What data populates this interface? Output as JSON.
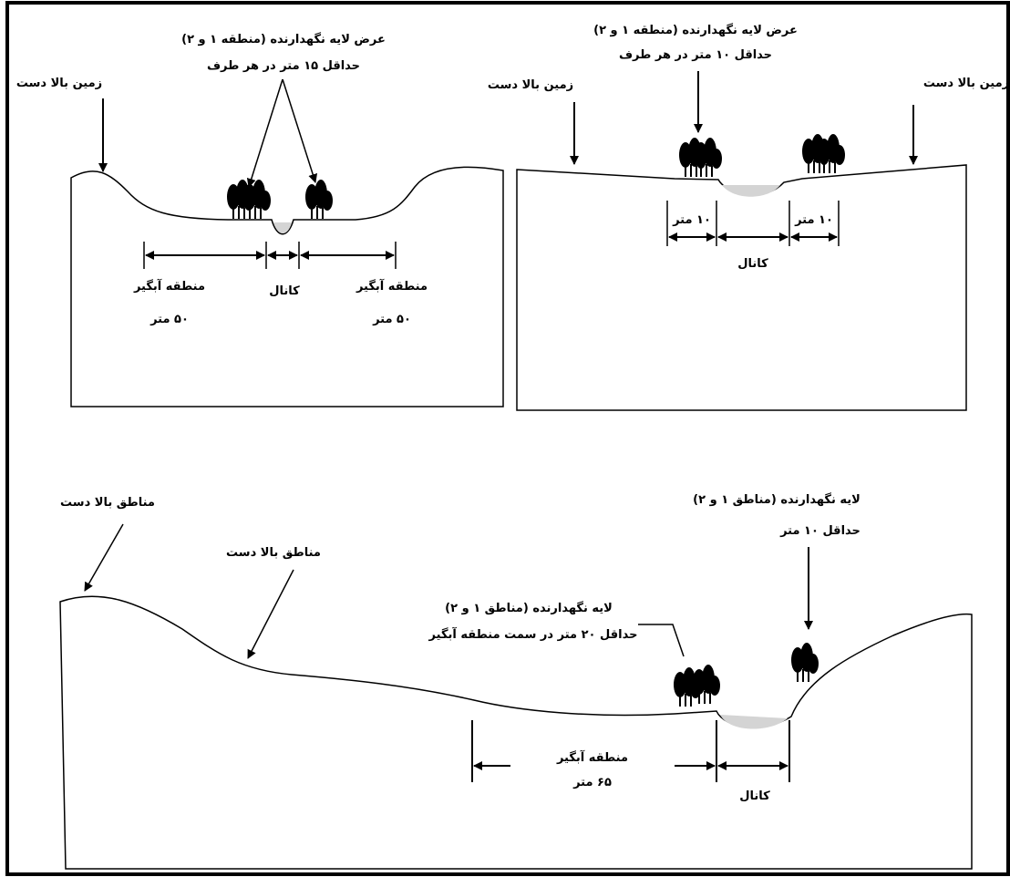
{
  "panel_a": {
    "title_line1": "عرض لایه نگهدارنده (منطقه ۱ و ۲)",
    "title_line2": "حداقل ۱۵ متر در هر طرف",
    "upland_left": "زمین بالا دست",
    "left_zone_label": "منطقه آبگیر",
    "left_zone_size": "۵۰ متر",
    "channel": "کانال",
    "right_zone_label": "منطقه آبگیر",
    "right_zone_size": "۵۰ متر"
  },
  "panel_b": {
    "title_line1": "عرض لایه نگهدارنده (منطقه ۱ و ۲)",
    "title_line2": "حداقل ۱۰ متر در هر طرف",
    "upland_left": "زمین بالا دست",
    "upland_right": "زمین بالا دست",
    "left_buffer": "۱۰ متر",
    "right_buffer": "۱۰ متر",
    "channel": "کانال"
  },
  "panel_c": {
    "upland_1": "مناطق بالا دست",
    "upland_2": "مناطق بالا دست",
    "right_buffer_line1": "لایه نگهدارنده (مناطق ۱ و ۲)",
    "right_buffer_line2": "حداقل ۱۰ متر",
    "left_buffer_line1": "لایه نگهدارنده (مناطق ۱ و ۲)",
    "left_buffer_line2": "حداقل ۲۰ متر در سمت منطقه آبگیر",
    "zone_label": "منطقه آبگیر",
    "zone_size": "۶۵ متر",
    "channel": "کانال"
  },
  "colors": {
    "line": "#000000",
    "water": "#d4d4d4",
    "tree": "#000000"
  }
}
